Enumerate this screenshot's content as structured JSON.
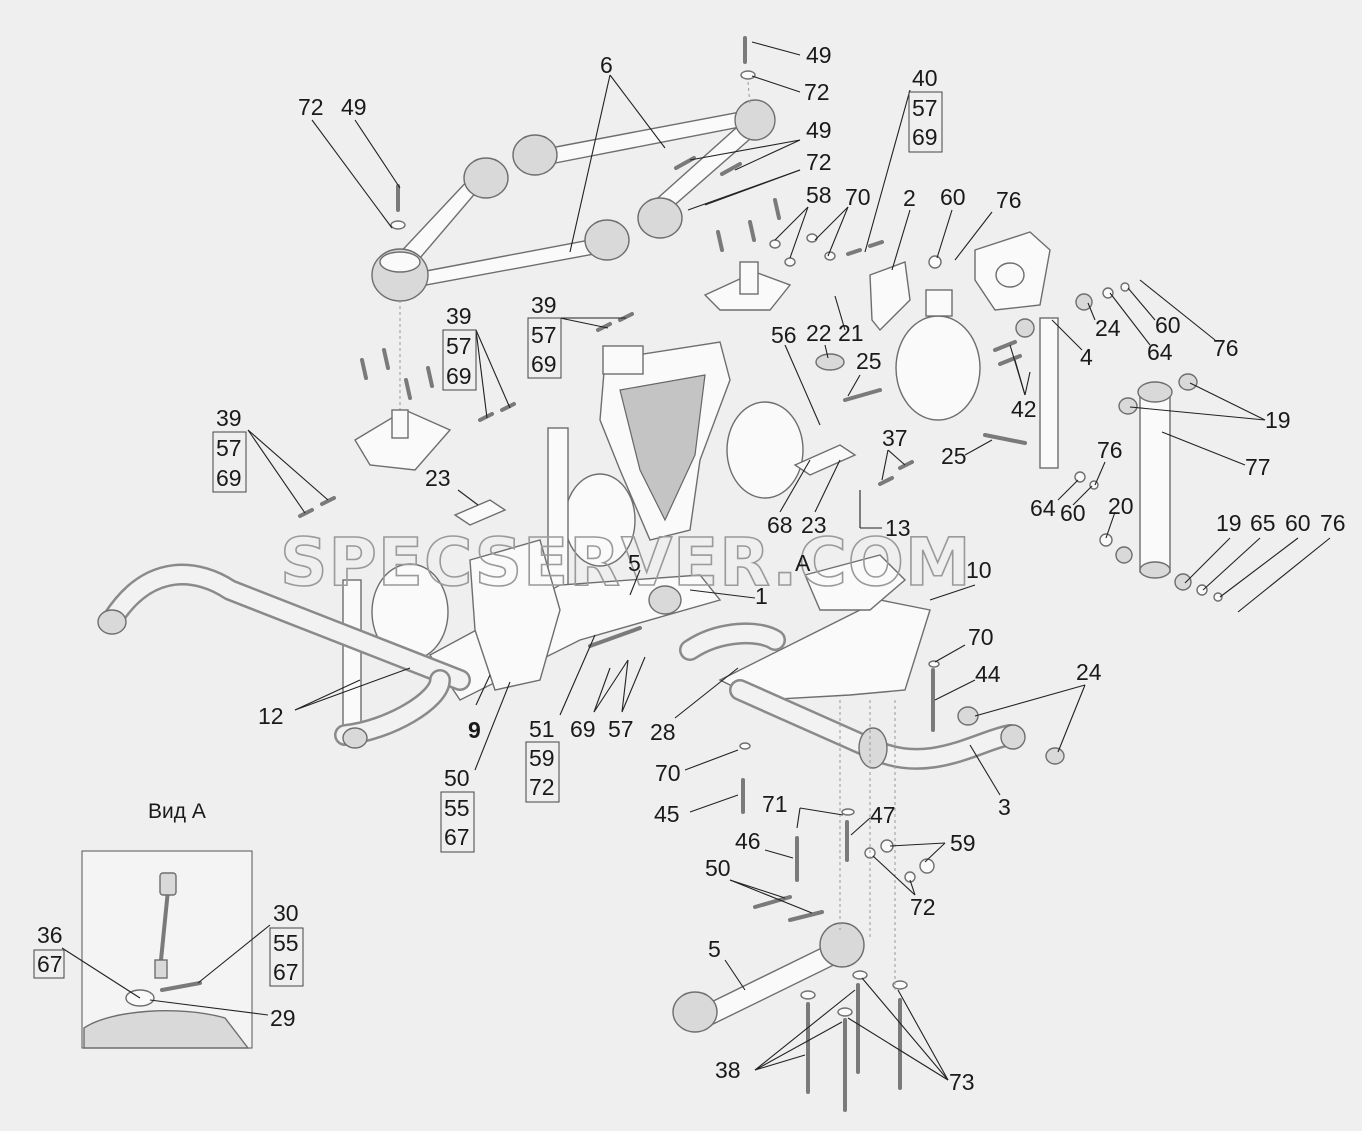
{
  "view_label": "Вид А",
  "watermark": "SPECSERVER.COM",
  "callouts": {
    "c6": "6",
    "c49a": "49",
    "c72a": "72",
    "c72b": "72",
    "c49b": "49",
    "c40": "40",
    "c57a": "57",
    "c69a": "69",
    "c49c": "49",
    "c72c": "72",
    "c58": "58",
    "c70a": "70",
    "c2": "2",
    "c60a": "60",
    "c76a": "76",
    "c39a": "39",
    "c57b": "57",
    "c69b": "69",
    "c39b": "39",
    "c57c": "57",
    "c69c": "69",
    "c56": "56",
    "c22": "22",
    "c21": "21",
    "c25a": "25",
    "c24a": "24",
    "c60b": "60",
    "c76b": "76",
    "c64a": "64",
    "c4": "4",
    "c42": "42",
    "c19a": "19",
    "c39c": "39",
    "c57d": "57",
    "c69d": "69",
    "c37": "37",
    "c25b": "25",
    "c76c": "76",
    "c77": "77",
    "c23a": "23",
    "c23b": "23",
    "c68": "68",
    "c13": "13",
    "c64b": "64",
    "c60c": "60",
    "c20": "20",
    "c19b": "19",
    "c65": "65",
    "c60d": "60",
    "c76d": "76",
    "c5a": "5",
    "cA": "A",
    "c1": "1",
    "c10": "10",
    "c70b": "70",
    "c44": "44",
    "c24b": "24",
    "c12": "12",
    "c9": "9",
    "c51": "51",
    "c59a": "59",
    "c72d": "72",
    "c69e": "69",
    "c57e": "57",
    "c28": "28",
    "c70c": "70",
    "c50a": "50",
    "c55a": "55",
    "c67a": "67",
    "c45": "45",
    "c71": "71",
    "c47": "47",
    "c3": "3",
    "c46": "46",
    "c59b": "59",
    "c50b": "50",
    "c72e": "72",
    "c5b": "5",
    "c38": "38",
    "c73": "73",
    "c36": "36",
    "c67b": "67",
    "c30": "30",
    "c55b": "55",
    "c67c": "67",
    "c29": "29"
  }
}
